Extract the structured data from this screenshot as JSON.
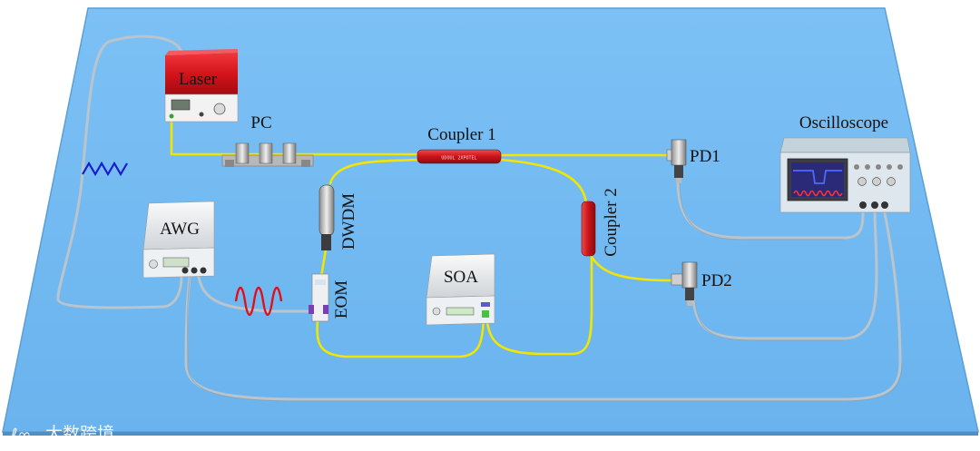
{
  "labels": {
    "laser": "Laser",
    "pc": "PC",
    "coupler1": "Coupler 1",
    "coupler2": "Coupler 2",
    "pd1": "PD1",
    "pd2": "PD2",
    "oscilloscope": "Oscilloscope",
    "awg": "AWG",
    "dwdm": "DWDM",
    "eom": "EOM",
    "soa": "SOA"
  },
  "coupler1_marking": "UDOUL   2XPOTEL",
  "watermark": "大数跨境",
  "colors": {
    "table": "#72baf2",
    "table_edge": "#5a9fd6",
    "optical_fiber": "#f2e600",
    "electrical_cable": "#b9c4cc",
    "laser_body": "#e0141c",
    "coupler_body": "#d8242c",
    "sawtooth_signal": "#1a1ad0",
    "sine_signal": "#e0101a"
  }
}
